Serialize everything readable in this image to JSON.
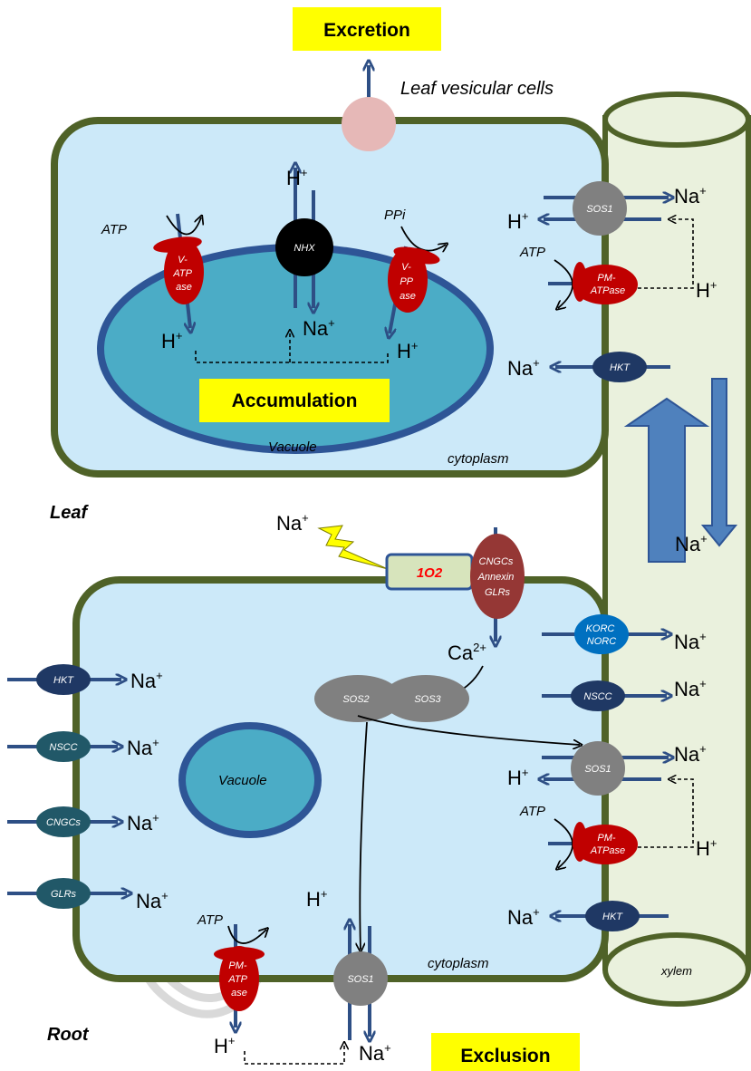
{
  "boxes": {
    "excretion": "Excretion",
    "accumulation": "Accumulation",
    "exclusion": "Exclusion"
  },
  "sections": {
    "leaf": "Leaf",
    "root": "Root"
  },
  "labels": {
    "leaf_vesicular_cells": "Leaf vesicular cells",
    "vacuole_leaf": "Vacuole",
    "vacuole_root": "Vacuole",
    "cytoplasm_leaf": "cytoplasm",
    "cytoplasm_root": "cytoplasm",
    "xylem": "xylem",
    "atp": "ATP",
    "ppi": "PPi"
  },
  "ions": {
    "h": "H",
    "na": "Na",
    "ca": "Ca",
    "plus": "+",
    "two_plus": "2+"
  },
  "transporters": {
    "v_atpase": [
      "V-",
      "ATP",
      "ase"
    ],
    "nhx": "NHX",
    "v_ppase": [
      "V-",
      "PP",
      "ase"
    ],
    "sos1": "SOS1",
    "pm_atpase": [
      "PM-",
      "ATPase"
    ],
    "pm_atpase_root": [
      "PM-",
      "ATP",
      "ase"
    ],
    "hkt": "HKT",
    "nscc": "NSCC",
    "cngcs": "CNGCs",
    "glrs": "GLRs",
    "korc_norc": [
      "KORC",
      "NORC"
    ],
    "cngcs_annexin_glrs": [
      "CNGCs",
      "Annexin",
      "GLRs"
    ],
    "sos2": "SOS2",
    "sos3": "SOS3",
    "io2": "1O2"
  },
  "colors": {
    "cell_fill": "#cce9f9",
    "cell_border": "#4f6228",
    "vacuole_fill": "#4bacc6",
    "vacuole_border": "#2e5596",
    "xylem_fill": "#eaf1dd",
    "arrow": "#2e4f85",
    "red_pump": "#c00000",
    "grey_sos": "#808080",
    "navy_channel": "#1f3864",
    "teal_channel": "#215868",
    "blue_korc": "#0070c0",
    "highlight": "#ffff00"
  }
}
